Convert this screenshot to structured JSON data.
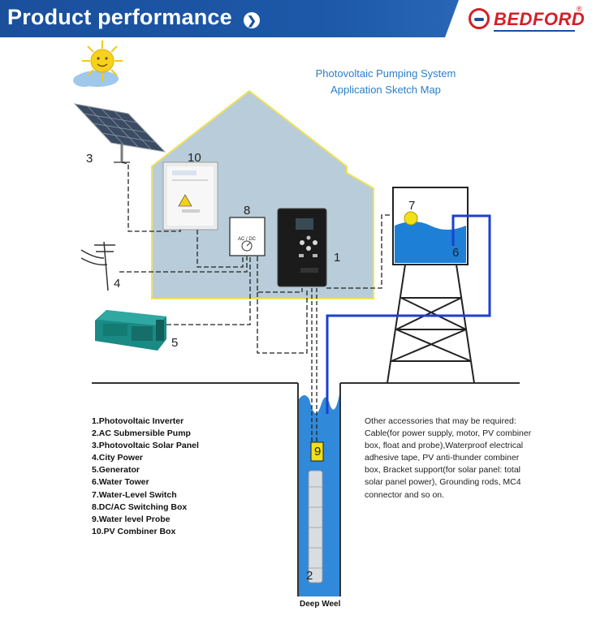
{
  "header": {
    "title": "Product performance",
    "arrow_icon": "chevron-right-icon",
    "brand": "BEDFORD",
    "brand_mark": "®"
  },
  "sketch": {
    "title_line1": "Photovoltaic Pumping System",
    "title_line2": "Application Sketch Map"
  },
  "callouts": {
    "n1": "1",
    "n2": "2",
    "n3": "3",
    "n4": "4",
    "n5": "5",
    "n6": "6",
    "n7": "7",
    "n8": "8",
    "n9": "9",
    "n10": "10"
  },
  "devices": {
    "switch_box_label": "AC / DC"
  },
  "legend": [
    "1.Photovoltaic Inverter",
    "2.AC Submersible Pump",
    "3.Photovoltaic Solar Panel",
    "4.City Power",
    "5.Generator",
    "6.Water Tower",
    "7.Water-Level Switch",
    "8.DC/AC Switching Box",
    "9.Water level Probe",
    "10.PV Combiner Box"
  ],
  "accessories": "Other accessories that may be required: Cable(for power supply, motor, PV combiner box, float and probe),Waterproof electrical adhesive tape, PV anti-thunder combiner box, Bracket support(for solar panel: total solar panel power), Grounding rods, MC4 connector and so on.",
  "well_label": "Deep Weel",
  "colors": {
    "header_blue": "#1a4f9c",
    "brand_red": "#d32027",
    "house_fill": "#b8cdd9",
    "house_outline": "#f2e15a",
    "water_blue": "#1e7fd6",
    "pipe_blue": "#1c3fd0",
    "title_blue": "#2a7fc8"
  }
}
